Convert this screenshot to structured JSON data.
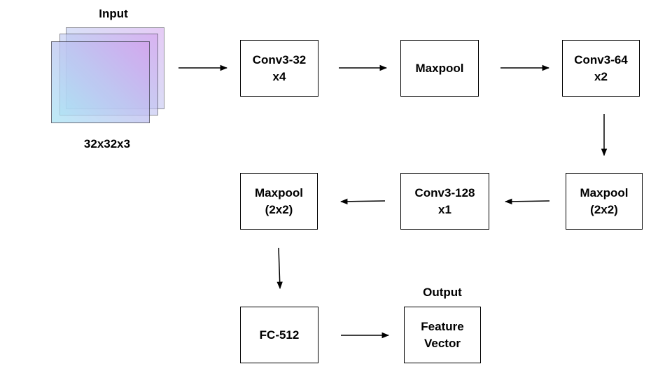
{
  "input": {
    "title": "Input",
    "shape": "32x32x3",
    "gradient_start": "#a8e4f4",
    "gradient_end": "#d2a2ee"
  },
  "blocks": {
    "conv32": {
      "line1": "Conv3-32",
      "line2": "x4"
    },
    "maxpool1": {
      "line1": "Maxpool"
    },
    "conv64": {
      "line1": "Conv3-64",
      "line2": "x2"
    },
    "maxpool2": {
      "line1": "Maxpool",
      "line2": "(2x2)"
    },
    "conv128": {
      "line1": "Conv3-128",
      "line2": "x1"
    },
    "maxpool3": {
      "line1": "Maxpool",
      "line2": "(2x2)"
    },
    "fc": {
      "line1": "FC-512"
    },
    "feature": {
      "line1": "Feature",
      "line2": "Vector"
    }
  },
  "output": {
    "title": "Output"
  },
  "colors": {
    "stroke": "#000000",
    "layer_border": "#3a3a4a"
  }
}
